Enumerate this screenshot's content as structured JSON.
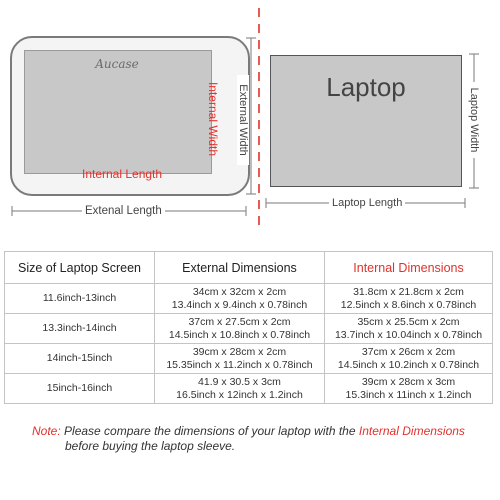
{
  "diagram": {
    "brand": "Aucase",
    "internal_width": "Internal Width",
    "internal_length": "Internal Length",
    "external_width": "External Width",
    "external_length": "Extenal Length",
    "laptop_word": "Laptop",
    "laptop_width": "Laptop Width",
    "laptop_length": "Laptop Length",
    "accent_color": "#e0322d"
  },
  "table": {
    "headers": [
      "Size of Laptop Screen",
      "External Dimensions",
      "Internal Dimensions"
    ],
    "rows": [
      {
        "size": "11.6inch-13inch",
        "ext1": "34cm x 32cm x 2cm",
        "ext2": "13.4inch x 9.4inch x 0.78inch",
        "int1": "31.8cm x 21.8cm x 2cm",
        "int2": "12.5inch x 8.6inch x 0.78inch"
      },
      {
        "size": "13.3inch-14inch",
        "ext1": "37cm x 27.5cm x 2cm",
        "ext2": "14.5inch x 10.8inch x 0.78inch",
        "int1": "35cm x 25.5cm x 2cm",
        "int2": "13.7inch x 10.04inch x 0.78inch"
      },
      {
        "size": "14inch-15inch",
        "ext1": "39cm x 28cm x 2cm",
        "ext2": "15.35inch x 11.2inch x 0.78inch",
        "int1": "37cm x 26cm x 2cm",
        "int2": "14.5inch x 10.2inch x 0.78inch"
      },
      {
        "size": "15inch-16inch",
        "ext1": "41.9 x 30.5 x 3cm",
        "ext2": "16.5inch x 12inch x 1.2inch",
        "int1": "39cm x 28cm x 3cm",
        "int2": "15.3inch x 11inch x 1.2inch"
      }
    ]
  },
  "note": {
    "label": "Note:",
    "text_before": "Please compare the dimensions of your laptop with the",
    "highlight": "Internal Dimensions",
    "text_after": "before buying the laptop sleeve."
  }
}
